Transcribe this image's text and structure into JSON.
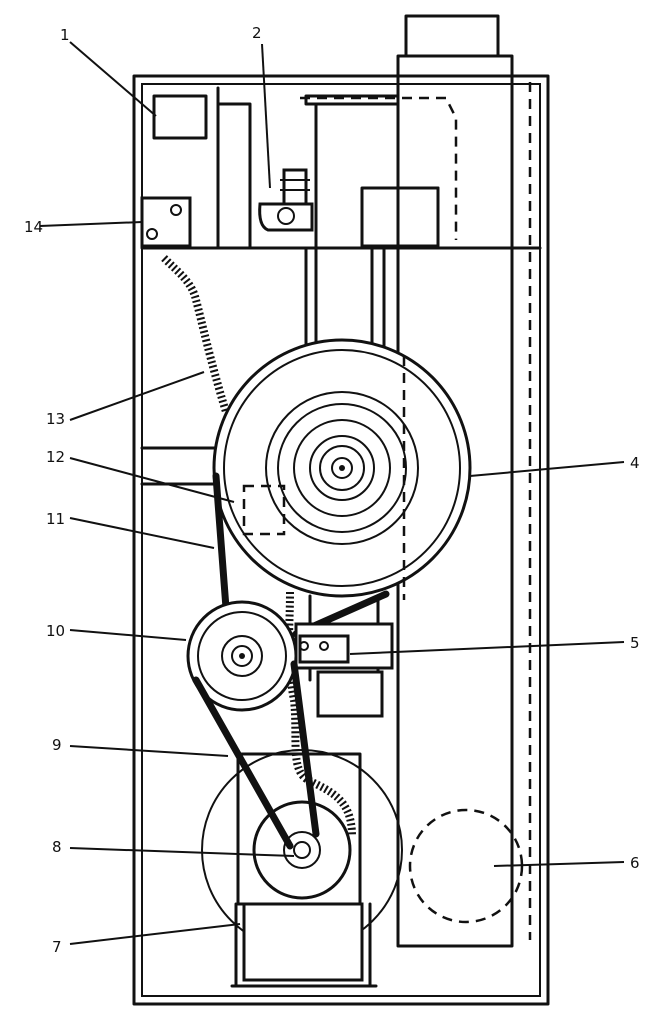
{
  "figure": {
    "labels": {
      "l1": "1",
      "l2": "2",
      "l4": "4",
      "l5": "5",
      "l6": "6",
      "l7": "7",
      "l8": "8",
      "l9": "9",
      "l10": "10",
      "l11": "11",
      "l12": "12",
      "l13": "13",
      "l14": "14"
    }
  }
}
